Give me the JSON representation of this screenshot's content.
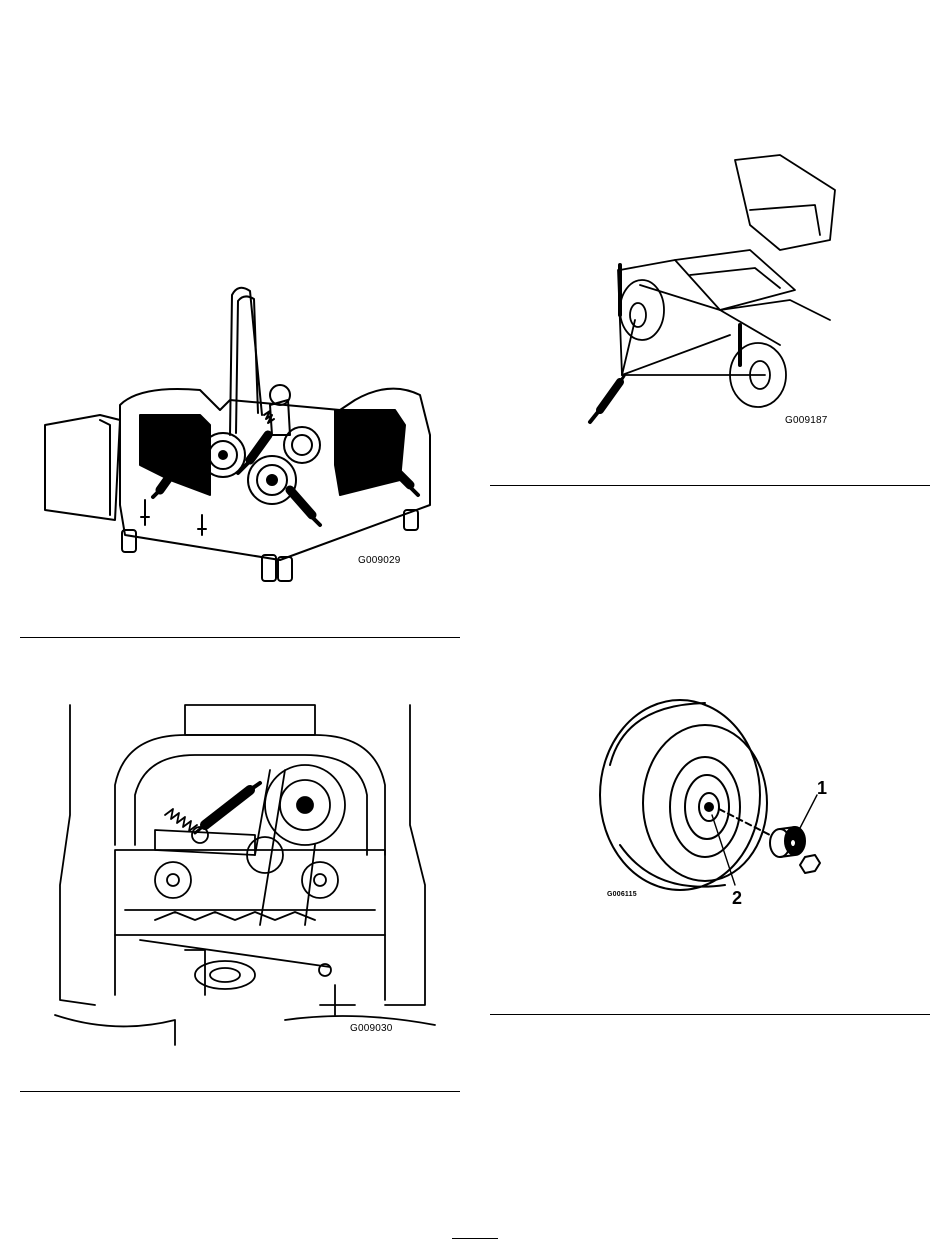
{
  "figures": {
    "deck_belt_grease": {
      "code": "G009029"
    },
    "front_caster_grease": {
      "code": "G009187"
    },
    "pump_idler_grease": {
      "code": "G009030"
    },
    "caster_wheel_hub": {
      "code": "G006115",
      "callouts": [
        "1",
        "2"
      ]
    }
  }
}
